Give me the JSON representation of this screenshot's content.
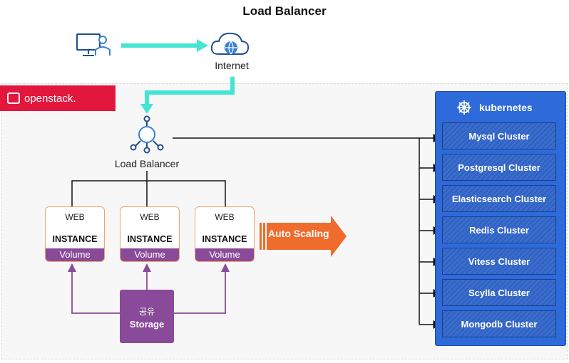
{
  "title": "Load Balancer",
  "internet": {
    "label": "Internet"
  },
  "openstack": {
    "badge": "openstack."
  },
  "load_balancer": {
    "label": "Load Balancer"
  },
  "instances": [
    {
      "type": "WEB",
      "name": "INSTANCE",
      "volume": "Volume"
    },
    {
      "type": "WEB",
      "name": "INSTANCE",
      "volume": "Volume"
    },
    {
      "type": "WEB",
      "name": "INSTANCE",
      "volume": "Volume"
    }
  ],
  "storage": {
    "line1": "공유",
    "line2": "Storage"
  },
  "autoscaling": {
    "label": "Auto Scaling"
  },
  "kubernetes": {
    "title": "kubernetes",
    "clusters": [
      "Mysql Cluster",
      "Postgresql Cluster",
      "Elasticsearch Cluster",
      "Redis Cluster",
      "Vitess Cluster",
      "Scylla Cluster",
      "Mongodb Cluster"
    ]
  },
  "colors": {
    "accent_teal": "#44e5d5",
    "openstack_red": "#e3173e",
    "instance_border": "#f2a36a",
    "volume_purple": "#8a4a9a",
    "autoscale_orange": "#ef6c2c",
    "k8s_blue": "#2e6ad9"
  }
}
